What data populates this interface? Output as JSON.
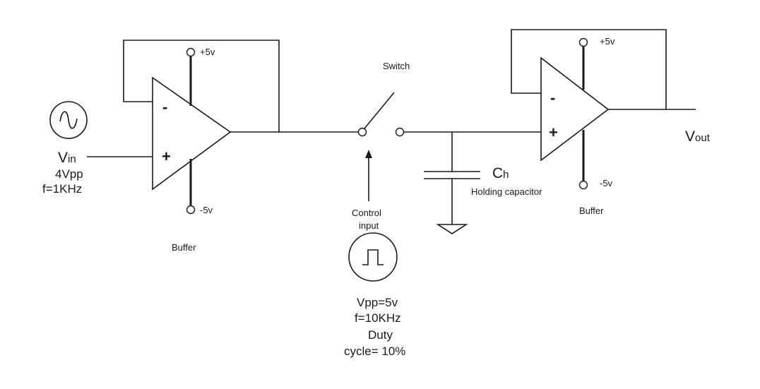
{
  "source": {
    "label_main": "V",
    "label_sub": "in",
    "amplitude": "4Vpp",
    "frequency": "f=1KHz",
    "icon": "sine-wave-icon"
  },
  "buffer_left": {
    "minus": "-",
    "plus": "+",
    "supply_pos": "+5v",
    "supply_neg": "-5v",
    "label": "Buffer"
  },
  "switch": {
    "label": "Switch"
  },
  "control": {
    "label_line1": "Control",
    "label_line2": "input",
    "icon": "square-pulse-icon",
    "vpp": "Vpp=5v",
    "frequency": "f=10KHz",
    "duty_line1": "Duty",
    "duty_line2": "cycle= 10%"
  },
  "capacitor": {
    "label_main": "C",
    "label_sub": "h",
    "description": "Holding capacitor"
  },
  "buffer_right": {
    "minus": "-",
    "plus": "+",
    "supply_pos": "+5v",
    "supply_neg": "-5v",
    "label": "Buffer"
  },
  "output": {
    "label_main": "V",
    "label_sub": "out"
  },
  "colors": {
    "ink": "#1a1a1a",
    "background": "#ffffff"
  }
}
